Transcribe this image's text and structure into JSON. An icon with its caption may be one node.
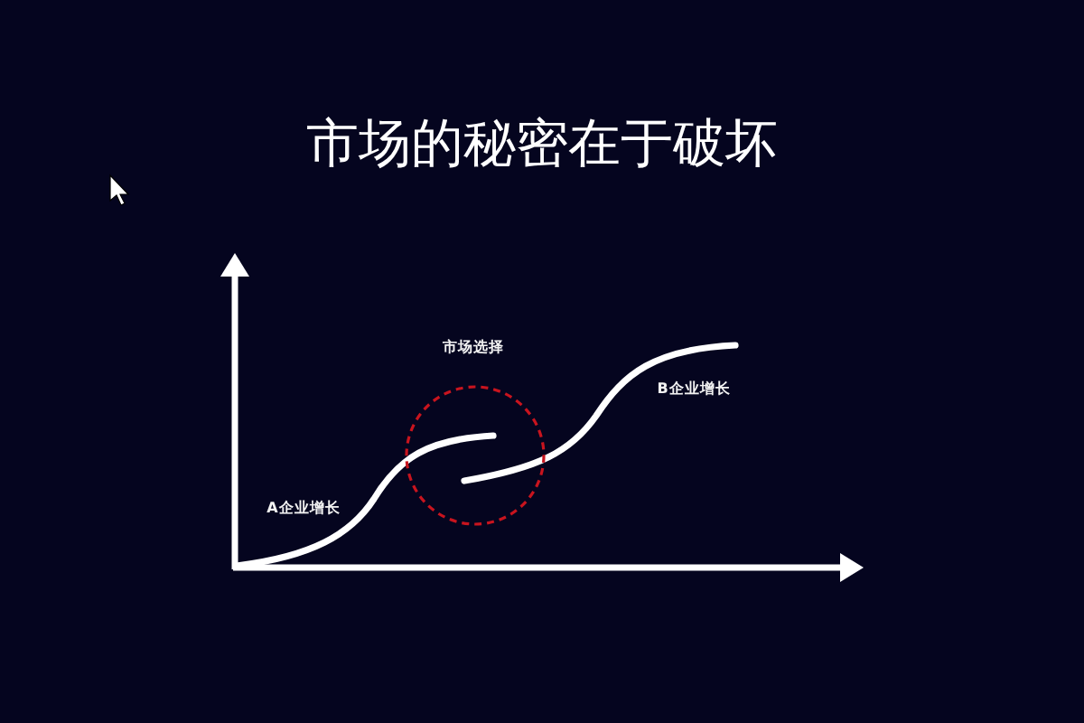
{
  "diagram": {
    "title": "市场的秘密在于破坏",
    "nodes": [
      {
        "text": [],
        "shape": "circle",
        "beside": [
          "市场选择"
        ]
      }
    ],
    "labels": [
      "B企业增长",
      "A企业增长"
    ]
  }
}
